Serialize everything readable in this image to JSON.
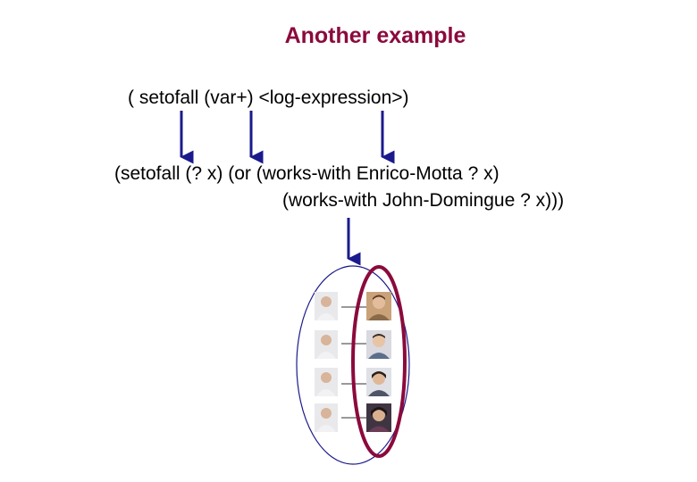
{
  "title": "Another example",
  "syntax": "( setofall (var+) <log-expression>)",
  "example": {
    "line1": "(setofall (? x) (or (works-with Enrico-Motta ? x)",
    "line2": "(works-with John-Domingue ? x)))"
  },
  "colors": {
    "title": "#8b0a3c",
    "arrow": "#1a1a8c",
    "selection_ring": "#8b0a3c",
    "set_outline": "#1a1a8c"
  },
  "people": {
    "left_column": [
      {
        "icon": "person-photo-icon"
      },
      {
        "icon": "person-photo-icon"
      },
      {
        "icon": "person-photo-icon"
      },
      {
        "icon": "person-photo-icon"
      }
    ],
    "right_column": [
      {
        "icon": "person-photo-icon"
      },
      {
        "icon": "person-photo-icon"
      },
      {
        "icon": "person-photo-icon"
      },
      {
        "icon": "person-photo-icon"
      }
    ]
  }
}
